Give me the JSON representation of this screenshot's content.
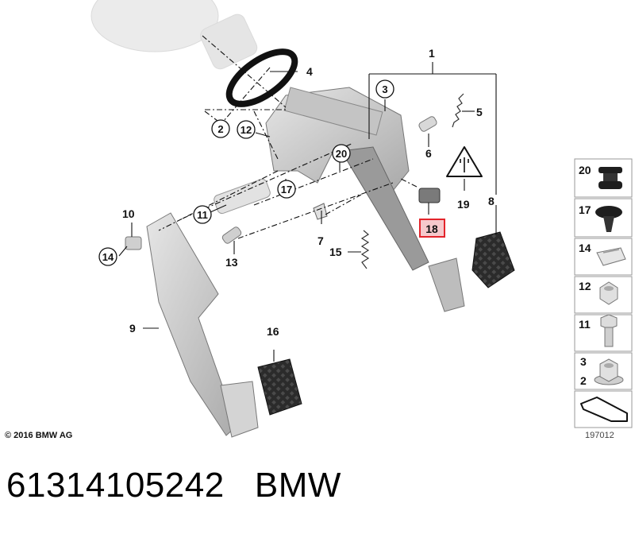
{
  "callouts": {
    "c1": "1",
    "c2": "2",
    "c3": "3",
    "c4": "4",
    "c5": "5",
    "c6": "6",
    "c7": "7",
    "c8": "8",
    "c9": "9",
    "c10": "10",
    "c11": "11",
    "c12": "12",
    "c13": "13",
    "c14": "14",
    "c15": "15",
    "c16": "16",
    "c17": "17",
    "c18": "18",
    "c19": "19",
    "c20": "20"
  },
  "legend": {
    "items": [
      "20",
      "17",
      "14",
      "12",
      "11",
      "3",
      "2"
    ]
  },
  "copyright": "© 2016 BMW AG",
  "diagram_id": "197012",
  "footer": {
    "part_number": "61314105242",
    "brand": "BMW"
  },
  "icons": {
    "warning": "electrical-warning-icon",
    "arrow": "direction-arrow-icon"
  },
  "colors": {
    "highlight": "#e3242b",
    "highlight_fill": "#f6c9cc",
    "part_gray": "#cfcfcf",
    "pedal_pad": "#2b2b2b"
  }
}
